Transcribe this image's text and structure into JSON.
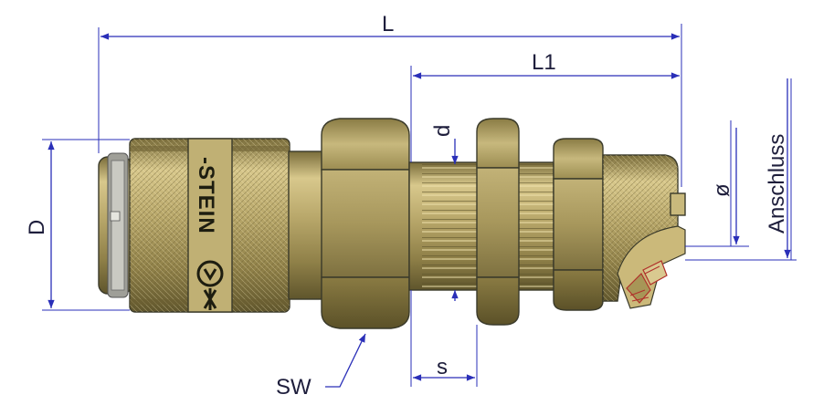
{
  "labels": {
    "L": "L",
    "L1": "L1",
    "d": "d",
    "D": "D",
    "s": "s",
    "SW": "SW",
    "phi": "ø",
    "anschluss": "Anschluss"
  },
  "brand_text": "-STEIN",
  "colors": {
    "dimension": "#2a2fb8",
    "text": "#1e1e3c",
    "brass_light": "#d9c98e",
    "brass_mid": "#b7a66b",
    "brass_dark": "#6f6337",
    "outline": "#3a3a2a"
  }
}
